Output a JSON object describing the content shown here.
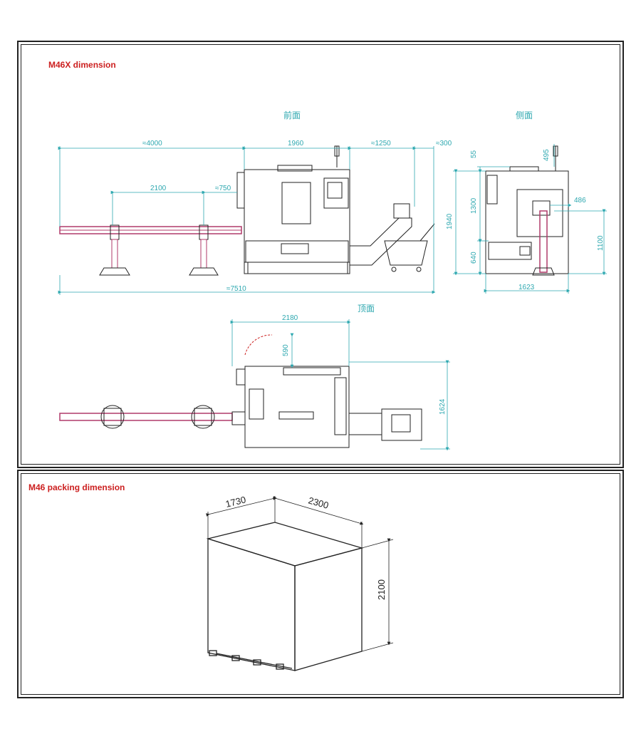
{
  "panel1": {
    "title": "M46X dimension",
    "views": {
      "front": "前面",
      "side": "侧面",
      "top": "顶面"
    },
    "front_dims": {
      "bar_feeder": "≈4000",
      "machine": "1960",
      "conveyor": "≈1250",
      "conveyor_end": "≈300",
      "support_spacing": "2100",
      "support_offset": "≈750",
      "total": "≈7510"
    },
    "side_dims": {
      "lamp": "55",
      "lamp2": "495",
      "upper": "1300",
      "total_height": "1940",
      "lower": "640",
      "spindle_offset": "486",
      "spindle_height": "1100",
      "width": "1623"
    },
    "top_dims": {
      "length": "2180",
      "door": "590",
      "depth": "1624"
    }
  },
  "panel2": {
    "title": "M46 packing dimension",
    "dims": {
      "width": "1730",
      "length": "2300",
      "height": "2100"
    }
  },
  "colors": {
    "title": "#cc1f1f",
    "dimension": "#2ea8b0",
    "bar": "#b03a6a",
    "line": "#222222"
  }
}
